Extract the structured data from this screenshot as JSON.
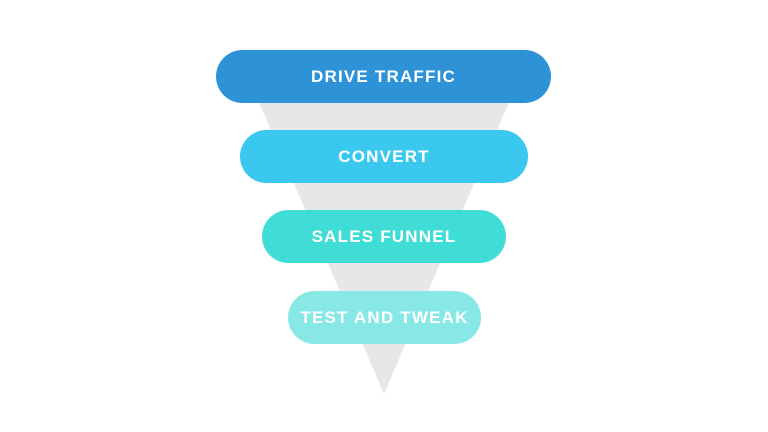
{
  "diagram": {
    "type": "funnel",
    "background_color": "#ffffff",
    "funnel_color": "#e6e7e8",
    "stages": [
      {
        "label": "DRIVE TRAFFIC",
        "color": "#2e92d6"
      },
      {
        "label": "CONVERT",
        "color": "#3ac8ee"
      },
      {
        "label": "SALES FUNNEL",
        "color": "#40dcd6"
      },
      {
        "label": "TEST AND TWEAK",
        "color": "#88e8e6"
      }
    ]
  }
}
